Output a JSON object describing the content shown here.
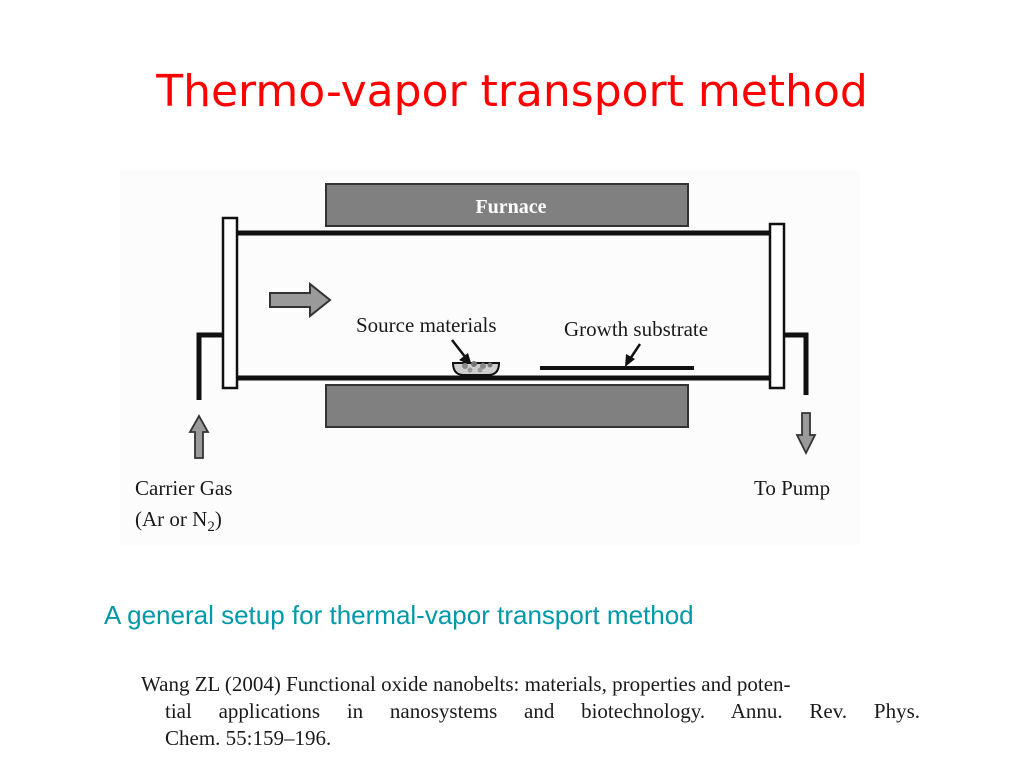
{
  "slide": {
    "title": "Thermo-vapor transport method",
    "caption": "A general setup for thermal-vapor transport method",
    "reference": {
      "line1": "Wang ZL (2004) Functional oxide nanobelts: materials, properties and poten-",
      "line2": "tial applications in nanosystems and biotechnology. Annu. Rev. Phys.",
      "line3": "Chem. 55:159–196."
    }
  },
  "diagram": {
    "furnace_label": "Furnace",
    "source_label": "Source materials",
    "substrate_label": "Growth substrate",
    "carrier_gas_label": "Carrier Gas",
    "carrier_gas_detail_prefix": "(Ar or N",
    "carrier_gas_detail_subscript": "2",
    "carrier_gas_detail_suffix": ")",
    "pump_label": "To Pump"
  },
  "colors": {
    "title": "#ff0000",
    "caption": "#0099aa",
    "furnace_fill": "#808080",
    "arrow_fill": "#9a9a9a",
    "line": "#111111"
  }
}
